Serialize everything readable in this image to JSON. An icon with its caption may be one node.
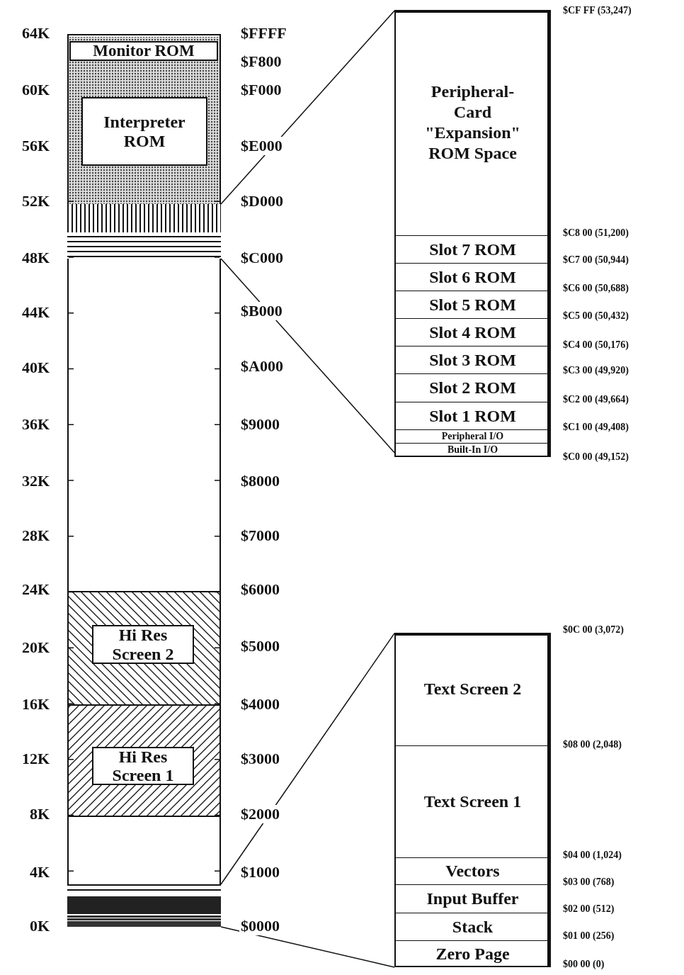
{
  "diagram": {
    "nodes": [
      {
        "text": [],
        "shape": "bar"
      },
      {
        "text": [
          "Monitor ROM"
        ],
        "in": 0
      },
      {
        "text": [
          "Interpreter ROM"
        ],
        "in": 0
      },
      {
        "text": [],
        "shape": "bar",
        "in": 0
      },
      {
        "text": [
          "Hi Res Screen 2"
        ],
        "in": 0
      },
      {
        "text": [
          "Hi Res Screen 1"
        ],
        "in": 0
      },
      {
        "text": [],
        "shape": "bar",
        "in": 0
      },
      {
        "text": [],
        "shape": "box"
      },
      {
        "text": [
          "Peripheral-Card \"Expansion\" ROM Space"
        ],
        "in": 7
      },
      {
        "text": [
          "Slot 7 ROM"
        ],
        "in": 7
      },
      {
        "text": [
          "Slot 6 ROM"
        ],
        "in": 7
      },
      {
        "text": [
          "Slot 5 ROM"
        ],
        "in": 7
      },
      {
        "text": [
          "Slot 4 ROM"
        ],
        "in": 7
      },
      {
        "text": [
          "Slot 3 ROM"
        ],
        "in": 7
      },
      {
        "text": [
          "Slot 2 ROM"
        ],
        "in": 7
      },
      {
        "text": [
          "Slot 1 ROM"
        ],
        "in": 7
      },
      {
        "text": [
          "Peripheral I/O"
        ],
        "in": 7
      },
      {
        "text": [
          "Built-In I/O"
        ],
        "in": 7
      },
      {
        "text": [],
        "shape": "box"
      },
      {
        "text": [
          "Text Screen 2"
        ],
        "in": 18
      },
      {
        "text": [
          "Text Screen 1"
        ],
        "in": 18
      },
      {
        "text": [
          "Vectors"
        ],
        "in": 18
      },
      {
        "text": [
          "Input Buffer"
        ],
        "in": 18
      },
      {
        "text": [
          "Stack"
        ],
        "in": 18
      },
      {
        "text": [
          "Zero Page"
        ],
        "in": 18
      }
    ],
    "edges": [
      {
        "from": 3,
        "to": 7,
        "arrow": "none"
      },
      {
        "from": 3,
        "to": 7,
        "arrow": "none"
      },
      {
        "from": 6,
        "to": 18,
        "arrow": "none"
      },
      {
        "from": 6,
        "to": 18,
        "arrow": "none"
      }
    ],
    "labels": [
      "64K",
      "60K",
      "56K",
      "52K",
      "48K",
      "44K",
      "40K",
      "36K",
      "32K",
      "28K",
      "24K",
      "20K",
      "16K",
      "12K",
      "8K",
      "4K",
      "0K",
      "$FFFF",
      "$F800",
      "$F000",
      "$E000",
      "$D000",
      "$C000",
      "$B000",
      "$A000",
      "$9000",
      "$8000",
      "$7000",
      "$6000",
      "$5000",
      "$4000",
      "$3000",
      "$2000",
      "$1000",
      "$0000",
      "$CF FF (53,247)",
      "$C8 00 (51,200)",
      "$C7 00 (50,944)",
      "$C6 00 (50,688)",
      "$C5 00 (50,432)",
      "$C4 00 (50,176)",
      "$C3 00 (49,920)",
      "$C2 00 (49,664)",
      "$C1 00 (49,408)",
      "$C0 00 (49,152)",
      "$0C 00 (3,072)",
      "$08 00 (2,048)",
      "$04 00 (1,024)",
      "$03 00 (768)",
      "$02 00 (512)",
      "$01 00 (256)",
      "$00 00 (0)"
    ]
  }
}
